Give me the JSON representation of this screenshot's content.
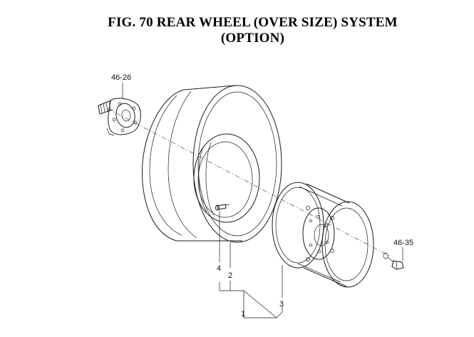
{
  "figure": {
    "title_line1": "FIG. 70  REAR WHEEL (OVER SIZE) SYSTEM",
    "title_line2": "(OPTION)"
  },
  "callouts": {
    "hub": "46-26",
    "nut": "46-35",
    "item1": "1",
    "item2": "2",
    "item3": "3",
    "item4": "4"
  }
}
